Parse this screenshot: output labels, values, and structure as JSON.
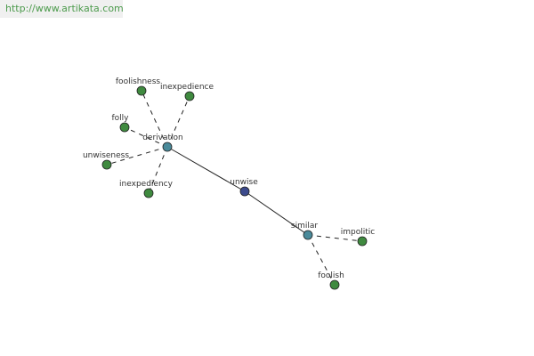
{
  "header": {
    "url": "http://www.artikata.com"
  },
  "graph": {
    "colors": {
      "root": "#3c4a8c",
      "relation": "#4a8a9a",
      "word": "#3f8a3f",
      "stroke": "#222222"
    },
    "nodes": [
      {
        "id": "unwise",
        "label": "unwise",
        "kind": "root"
      },
      {
        "id": "derivation",
        "label": "derivation",
        "kind": "relation"
      },
      {
        "id": "similar",
        "label": "similar",
        "kind": "relation"
      },
      {
        "id": "foolishness",
        "label": "foolishness",
        "kind": "word"
      },
      {
        "id": "inexpedience",
        "label": "inexpedience",
        "kind": "word"
      },
      {
        "id": "folly",
        "label": "folly",
        "kind": "word"
      },
      {
        "id": "unwiseness",
        "label": "unwiseness",
        "kind": "word"
      },
      {
        "id": "inexpediency",
        "label": "inexpediency",
        "kind": "word"
      },
      {
        "id": "impolitic",
        "label": "impolitic",
        "kind": "word"
      },
      {
        "id": "foolish",
        "label": "foolish",
        "kind": "word"
      }
    ],
    "edges": [
      {
        "from": "unwise",
        "to": "derivation",
        "style": "solid"
      },
      {
        "from": "unwise",
        "to": "similar",
        "style": "solid"
      },
      {
        "from": "derivation",
        "to": "foolishness",
        "style": "dashed"
      },
      {
        "from": "derivation",
        "to": "inexpedience",
        "style": "dashed"
      },
      {
        "from": "derivation",
        "to": "folly",
        "style": "dashed"
      },
      {
        "from": "derivation",
        "to": "unwiseness",
        "style": "dashed"
      },
      {
        "from": "derivation",
        "to": "inexpediency",
        "style": "dashed"
      },
      {
        "from": "similar",
        "to": "impolitic",
        "style": "dashed"
      },
      {
        "from": "similar",
        "to": "foolish",
        "style": "dashed"
      }
    ]
  }
}
